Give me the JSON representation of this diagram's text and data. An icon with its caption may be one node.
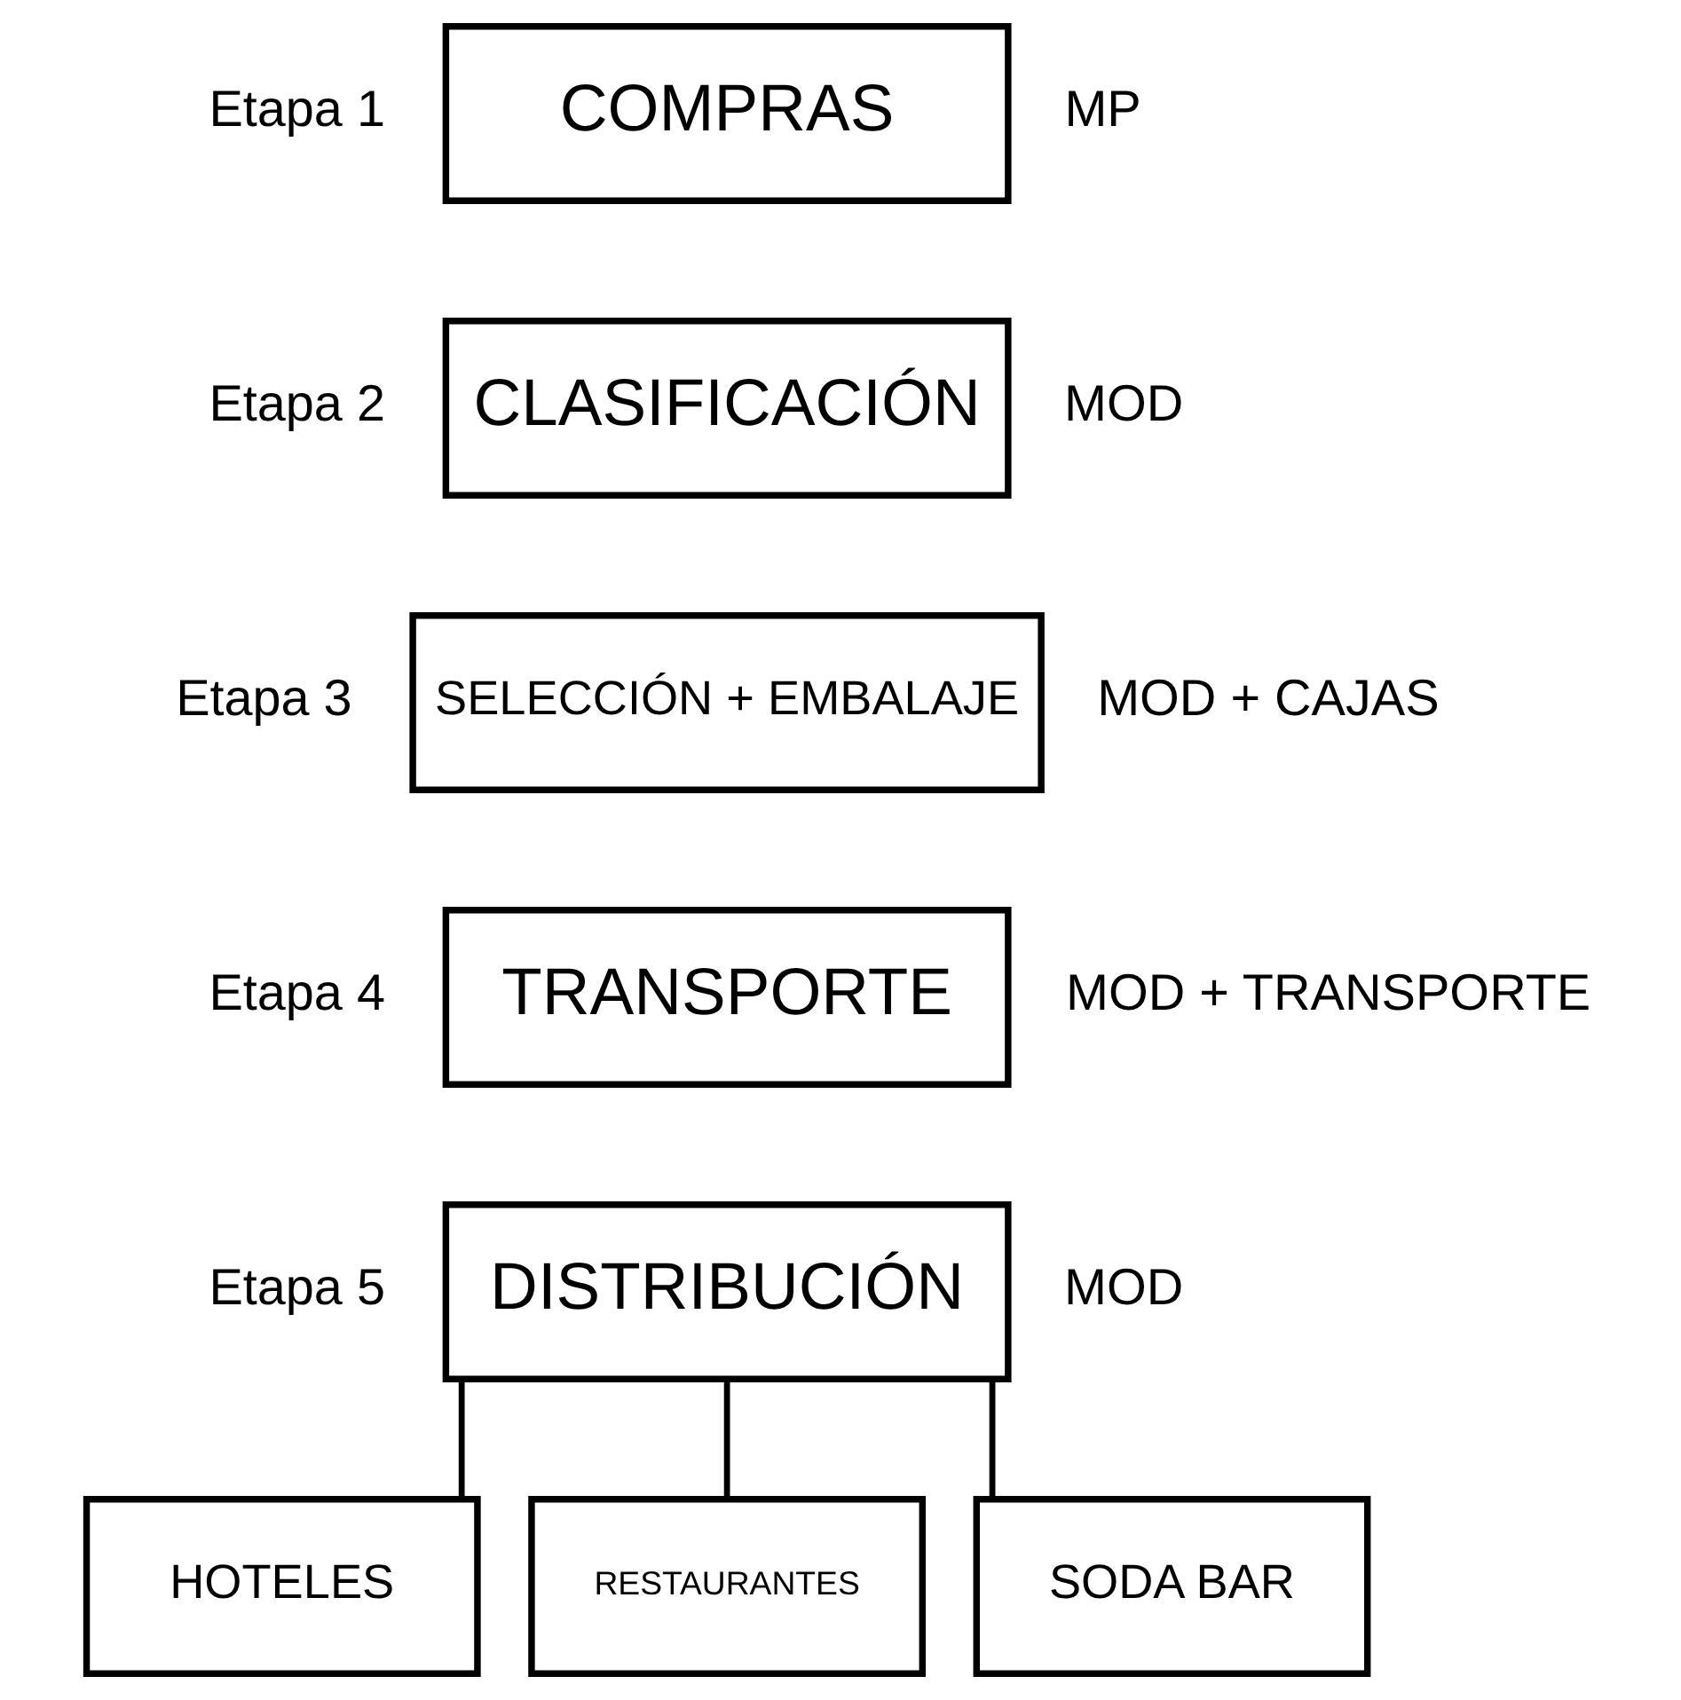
{
  "diagram": {
    "nodes": [
      {
        "text": [
          "COMPRAS"
        ],
        "beside": [
          "Etapa 1",
          "MP"
        ]
      },
      {
        "text": [
          "CLASIFICACIÓN"
        ],
        "beside": [
          "Etapa 2",
          "MOD"
        ]
      },
      {
        "text": [
          "SELECCIÓN + EMBALAJE"
        ],
        "beside": [
          "Etapa 3",
          "MOD + CAJAS"
        ]
      },
      {
        "text": [
          "TRANSPORTE"
        ],
        "beside": [
          "Etapa 4",
          "MOD + TRANSPORTE"
        ]
      },
      {
        "text": [
          "DISTRIBUCIÓN"
        ],
        "beside": [
          "Etapa 5",
          "MOD"
        ]
      },
      {
        "text": [
          "HOTELES"
        ]
      },
      {
        "text": [
          "RESTAURANTES"
        ]
      },
      {
        "text": [
          "SODA BAR"
        ]
      }
    ],
    "edges": [
      {
        "from": 4,
        "to": 5,
        "arrow": "none"
      },
      {
        "from": 4,
        "to": 6,
        "arrow": "none"
      },
      {
        "from": 4,
        "to": 7,
        "arrow": "none"
      }
    ]
  }
}
